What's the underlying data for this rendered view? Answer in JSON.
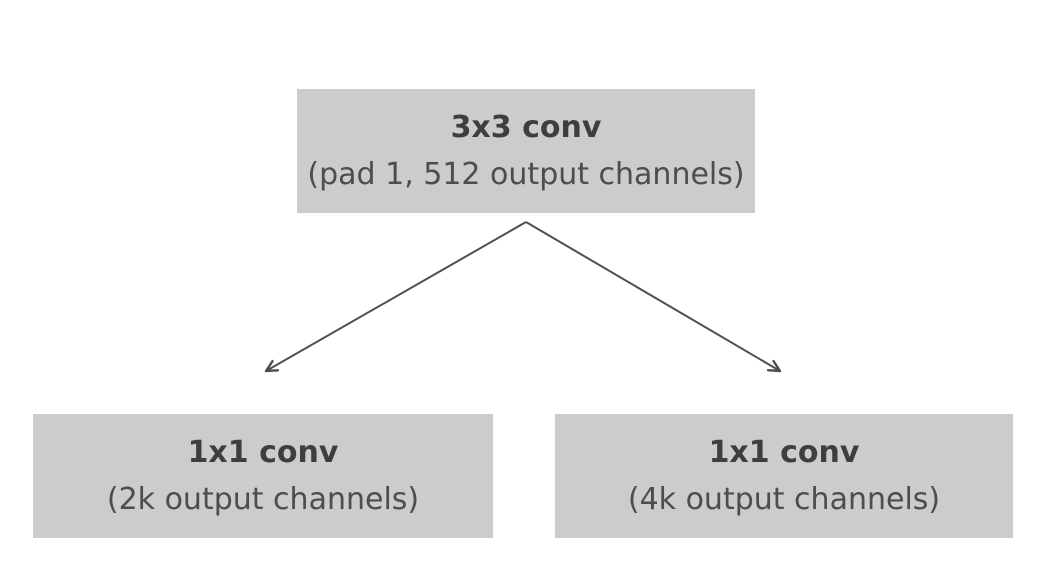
{
  "diagram": {
    "type": "flowchart",
    "background_color": "#ffffff",
    "node_fill_color": "#cccccc",
    "title_text_color": "#3e3e3e",
    "subtitle_text_color": "#4d4d4d",
    "arrow_color": "#4f4f4f",
    "nodes": [
      {
        "id": "conv3x3",
        "title": "3x3 conv",
        "subtitle": "(pad 1, 512 output channels)"
      },
      {
        "id": "conv1x1_2k",
        "title": "1x1 conv",
        "subtitle": "(2k output channels)"
      },
      {
        "id": "conv1x1_4k",
        "title": "1x1 conv",
        "subtitle": "(4k output channels)"
      }
    ],
    "edges": [
      {
        "from": "conv3x3",
        "to": "conv1x1_2k",
        "arrowhead": "open-v"
      },
      {
        "from": "conv3x3",
        "to": "conv1x1_4k",
        "arrowhead": "open-v"
      }
    ]
  }
}
